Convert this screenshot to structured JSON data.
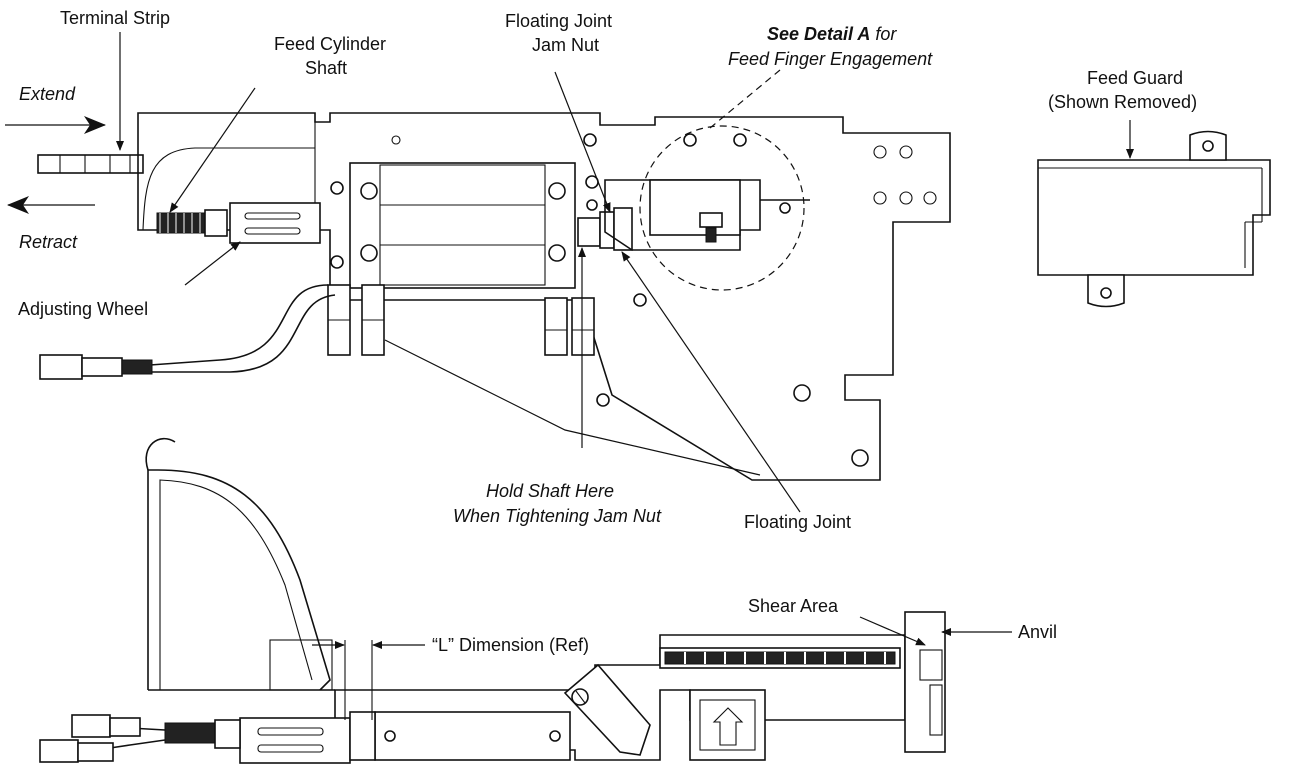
{
  "labels": {
    "terminal_strip": "Terminal Strip",
    "feed_cylinder_1": "Feed Cylinder",
    "feed_cylinder_2": "Shaft",
    "floating_joint_jam_1": "Floating Joint",
    "floating_joint_jam_2": "Jam Nut",
    "see_detail_bold": "See Detail A",
    "see_detail_for": " for",
    "feed_finger": "Feed Finger Engagement",
    "feed_guard_1": "Feed Guard",
    "feed_guard_2": "(Shown Removed)",
    "extend": "Extend",
    "retract": "Retract",
    "adjusting_wheel": "Adjusting Wheel",
    "hold_shaft_1": "Hold Shaft Here",
    "hold_shaft_2": "When Tightening Jam Nut",
    "floating_joint": "Floating Joint",
    "l_dimension": "“L” Dimension (Ref)",
    "shear_area": "Shear Area",
    "anvil": "Anvil"
  }
}
